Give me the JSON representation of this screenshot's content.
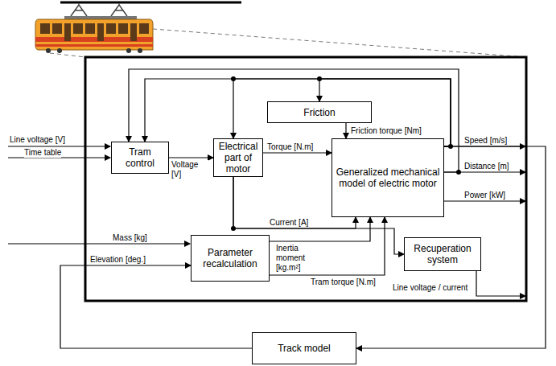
{
  "diagram": {
    "nodes": [
      {
        "text": [
          "Tram control"
        ]
      },
      {
        "text": [
          "Electrical part of motor"
        ]
      },
      {
        "text": [
          "Friction"
        ]
      },
      {
        "text": [
          "Generalized mechanical model of electric motor"
        ]
      },
      {
        "text": [
          "Parameter recalculation"
        ]
      },
      {
        "text": [
          "Recuperation system"
        ]
      },
      {
        "text": [
          "Track model"
        ]
      }
    ],
    "edges": [
      {
        "from": 0,
        "to": 1,
        "arrow": "to",
        "label": "Voltage [V]"
      },
      {
        "from": 1,
        "to": 3,
        "arrow": "to",
        "label": "Torque [N.m]"
      },
      {
        "from": 2,
        "to": 3,
        "arrow": "to",
        "label": "Friction torque [Nm]"
      },
      {
        "from": 1,
        "to": 3,
        "arrow": "to",
        "label": "Current [A]"
      },
      {
        "from": 4,
        "to": 3,
        "arrow": "to",
        "label": "Inertia moment [kg.m²]"
      },
      {
        "from": 4,
        "to": 3,
        "arrow": "to",
        "label": "Tram torque [N.m]"
      },
      {
        "from": 1,
        "to": 5,
        "arrow": "to"
      },
      {
        "from": 3,
        "to": 0,
        "arrow": "to"
      },
      {
        "from": 3,
        "to": 1,
        "arrow": "to"
      },
      {
        "from": 3,
        "to": 2,
        "arrow": "to"
      },
      {
        "from": 3,
        "to": 0,
        "arrow": "to"
      },
      {
        "from": 3,
        "to": 6,
        "arrow": "to"
      },
      {
        "from": 6,
        "to": 4,
        "arrow": "to",
        "label": "Elevation [deg.]"
      }
    ],
    "labels": [
      "Line voltage [V]",
      "Time table",
      "Mass [kg]",
      "Speed [m/s]",
      "Distance [m]",
      "Power [kW]",
      "Line voltage / current"
    ]
  }
}
